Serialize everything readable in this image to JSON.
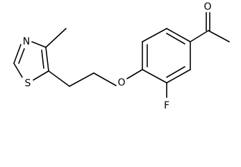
{
  "molecule": {
    "atoms": {
      "O_ketone": "O",
      "O_ether": "O",
      "F": "F",
      "N": "N",
      "S": "S"
    }
  }
}
